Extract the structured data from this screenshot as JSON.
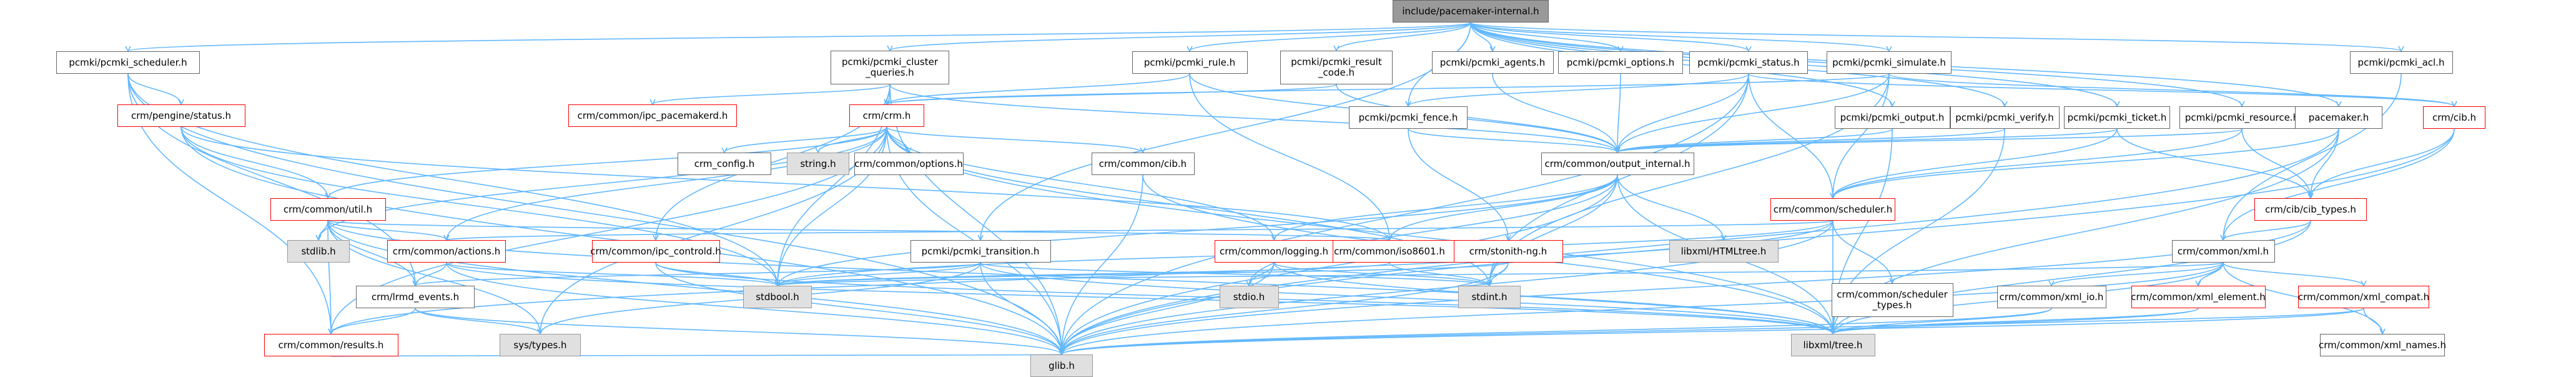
{
  "nodes": [
    {
      "id": "root",
      "label": "include/pacemaker-internal.h",
      "kind": "root"
    },
    {
      "id": "sched",
      "label": "pcmki/pcmki_scheduler.h",
      "kind": "normal"
    },
    {
      "id": "clusterq",
      "label": "pcmki/pcmki_cluster\n_queries.h",
      "kind": "normal"
    },
    {
      "id": "rule",
      "label": "pcmki/pcmki_rule.h",
      "kind": "normal"
    },
    {
      "id": "result",
      "label": "pcmki/pcmki_result\n_code.h",
      "kind": "normal"
    },
    {
      "id": "agents",
      "label": "pcmki/pcmki_agents.h",
      "kind": "normal"
    },
    {
      "id": "options",
      "label": "pcmki/pcmki_options.h",
      "kind": "normal"
    },
    {
      "id": "status",
      "label": "pcmki/pcmki_status.h",
      "kind": "normal"
    },
    {
      "id": "simulate",
      "label": "pcmki/pcmki_simulate.h",
      "kind": "normal"
    },
    {
      "id": "acl",
      "label": "pcmki/pcmki_acl.h",
      "kind": "normal"
    },
    {
      "id": "pengine",
      "label": "crm/pengine/status.h",
      "kind": "partial"
    },
    {
      "id": "ipcpace",
      "label": "crm/common/ipc_pacemakerd.h",
      "kind": "partial"
    },
    {
      "id": "crm",
      "label": "crm/crm.h",
      "kind": "partial"
    },
    {
      "id": "fence",
      "label": "pcmki/pcmki_fence.h",
      "kind": "normal"
    },
    {
      "id": "output",
      "label": "pcmki/pcmki_output.h",
      "kind": "normal"
    },
    {
      "id": "verify",
      "label": "pcmki/pcmki_verify.h",
      "kind": "normal"
    },
    {
      "id": "ticket",
      "label": "pcmki/pcmki_ticket.h",
      "kind": "normal"
    },
    {
      "id": "resource",
      "label": "pcmki/pcmki_resource.h",
      "kind": "normal"
    },
    {
      "id": "pacemaker",
      "label": "pacemaker.h",
      "kind": "normal"
    },
    {
      "id": "cib",
      "label": "crm/cib.h",
      "kind": "partial"
    },
    {
      "id": "util",
      "label": "crm/common/util.h",
      "kind": "partial"
    },
    {
      "id": "config",
      "label": "crm_config.h",
      "kind": "normal"
    },
    {
      "id": "string",
      "label": "string.h",
      "kind": "missing"
    },
    {
      "id": "copts",
      "label": "crm/common/options.h",
      "kind": "normal"
    },
    {
      "id": "ccib",
      "label": "crm/common/cib.h",
      "kind": "normal"
    },
    {
      "id": "outint",
      "label": "crm/common/output_internal.h",
      "kind": "normal"
    },
    {
      "id": "csched",
      "label": "crm/common/scheduler.h",
      "kind": "partial"
    },
    {
      "id": "cibtypes",
      "label": "crm/cib/cib_types.h",
      "kind": "partial"
    },
    {
      "id": "stdlib",
      "label": "stdlib.h",
      "kind": "missing"
    },
    {
      "id": "actions",
      "label": "crm/common/actions.h",
      "kind": "partial"
    },
    {
      "id": "ipcctl",
      "label": "crm/common/ipc_controld.h",
      "kind": "partial"
    },
    {
      "id": "transition",
      "label": "pcmki/pcmki_transition.h",
      "kind": "normal"
    },
    {
      "id": "iso",
      "label": "crm/common/iso8601.h",
      "kind": "partial"
    },
    {
      "id": "logging",
      "label": "crm/common/logging.h",
      "kind": "partial"
    },
    {
      "id": "htmltree",
      "label": "libxml/HTMLtree.h",
      "kind": "missing"
    },
    {
      "id": "stonith",
      "label": "crm/stonith-ng.h",
      "kind": "partial"
    },
    {
      "id": "xml",
      "label": "crm/common/xml.h",
      "kind": "normal"
    },
    {
      "id": "lrmd",
      "label": "crm/lrmd_events.h",
      "kind": "normal"
    },
    {
      "id": "stdbool",
      "label": "stdbool.h",
      "kind": "missing"
    },
    {
      "id": "stdio",
      "label": "stdio.h",
      "kind": "missing"
    },
    {
      "id": "stdint",
      "label": "stdint.h",
      "kind": "missing"
    },
    {
      "id": "schedtypes",
      "label": "crm/common/scheduler\n_types.h",
      "kind": "normal"
    },
    {
      "id": "xmlio",
      "label": "crm/common/xml_io.h",
      "kind": "normal"
    },
    {
      "id": "xmlel",
      "label": "crm/common/xml_element.h",
      "kind": "partial"
    },
    {
      "id": "xmlcompat",
      "label": "crm/common/xml_compat.h",
      "kind": "partial"
    },
    {
      "id": "results",
      "label": "crm/common/results.h",
      "kind": "partial"
    },
    {
      "id": "systypes",
      "label": "sys/types.h",
      "kind": "missing"
    },
    {
      "id": "tree",
      "label": "libxml/tree.h",
      "kind": "missing"
    },
    {
      "id": "xmlnames",
      "label": "crm/common/xml_names.h",
      "kind": "normal"
    },
    {
      "id": "glib",
      "label": "glib.h",
      "kind": "missing"
    }
  ],
  "edges": [
    [
      "root",
      "sched"
    ],
    [
      "root",
      "clusterq"
    ],
    [
      "root",
      "rule"
    ],
    [
      "root",
      "result"
    ],
    [
      "root",
      "agents"
    ],
    [
      "root",
      "options"
    ],
    [
      "root",
      "status"
    ],
    [
      "root",
      "simulate"
    ],
    [
      "root",
      "acl"
    ],
    [
      "root",
      "fence"
    ],
    [
      "root",
      "output"
    ],
    [
      "root",
      "verify"
    ],
    [
      "root",
      "ticket"
    ],
    [
      "root",
      "resource"
    ],
    [
      "root",
      "transition"
    ],
    [
      "root",
      "pacemaker"
    ],
    [
      "sched",
      "pengine"
    ],
    [
      "sched",
      "lrmd"
    ],
    [
      "sched",
      "glib"
    ],
    [
      "sched",
      "stdbool"
    ],
    [
      "sched",
      "results"
    ],
    [
      "clusterq",
      "ipcpace"
    ],
    [
      "clusterq",
      "crm"
    ],
    [
      "clusterq",
      "outint"
    ],
    [
      "clusterq",
      "stdbool"
    ],
    [
      "clusterq",
      "ipcctl"
    ],
    [
      "clusterq",
      "glib"
    ],
    [
      "rule",
      "crm"
    ],
    [
      "rule",
      "outint"
    ],
    [
      "rule",
      "iso"
    ],
    [
      "result",
      "crm"
    ],
    [
      "result",
      "outint"
    ],
    [
      "agents",
      "outint"
    ],
    [
      "options",
      "outint"
    ],
    [
      "status",
      "outint"
    ],
    [
      "status",
      "csched"
    ],
    [
      "status",
      "stdint"
    ],
    [
      "status",
      "glib"
    ],
    [
      "status",
      "fence"
    ],
    [
      "status",
      "cib"
    ],
    [
      "simulate",
      "outint"
    ],
    [
      "simulate",
      "csched"
    ],
    [
      "simulate",
      "stdint"
    ],
    [
      "simulate",
      "cib"
    ],
    [
      "simulate",
      "crm"
    ],
    [
      "acl",
      "xml"
    ],
    [
      "fence",
      "outint"
    ],
    [
      "fence",
      "stonith"
    ],
    [
      "output",
      "outint"
    ],
    [
      "output",
      "tree"
    ],
    [
      "verify",
      "outint"
    ],
    [
      "verify",
      "tree"
    ],
    [
      "ticket",
      "outint"
    ],
    [
      "ticket",
      "cibtypes"
    ],
    [
      "ticket",
      "csched"
    ],
    [
      "resource",
      "outint"
    ],
    [
      "resource",
      "csched"
    ],
    [
      "resource",
      "cibtypes"
    ],
    [
      "pacemaker",
      "glib"
    ],
    [
      "pacemaker",
      "tree"
    ],
    [
      "pacemaker",
      "cibtypes"
    ],
    [
      "pacemaker",
      "csched"
    ],
    [
      "cib",
      "cibtypes"
    ],
    [
      "cib",
      "glib"
    ],
    [
      "cib",
      "xml"
    ],
    [
      "pengine",
      "util"
    ],
    [
      "pengine",
      "glib"
    ],
    [
      "pengine",
      "stdbool"
    ],
    [
      "pengine",
      "iso"
    ],
    [
      "crm",
      "config"
    ],
    [
      "crm",
      "string"
    ],
    [
      "crm",
      "copts"
    ],
    [
      "crm",
      "ccib"
    ],
    [
      "crm",
      "util"
    ],
    [
      "crm",
      "stdint"
    ],
    [
      "crm",
      "stdlib"
    ],
    [
      "crm",
      "glib"
    ],
    [
      "crm",
      "stdbool"
    ],
    [
      "crm",
      "logging"
    ],
    [
      "crm",
      "results"
    ],
    [
      "crm",
      "actions"
    ],
    [
      "crm",
      "tree"
    ],
    [
      "crm",
      "systypes"
    ],
    [
      "util",
      "stdlib"
    ],
    [
      "util",
      "systypes"
    ],
    [
      "util",
      "glib"
    ],
    [
      "util",
      "actions"
    ],
    [
      "util",
      "results"
    ],
    [
      "util",
      "tree"
    ],
    [
      "util",
      "iso"
    ],
    [
      "util",
      "lrmd"
    ],
    [
      "ccib",
      "glib"
    ],
    [
      "ccib",
      "tree"
    ],
    [
      "outint",
      "htmltree"
    ],
    [
      "outint",
      "glib"
    ],
    [
      "outint",
      "stdio"
    ],
    [
      "outint",
      "stdbool"
    ],
    [
      "outint",
      "stdint"
    ],
    [
      "outint",
      "tree"
    ],
    [
      "outint",
      "iso"
    ],
    [
      "outint",
      "logging"
    ],
    [
      "csched",
      "schedtypes"
    ],
    [
      "csched",
      "glib"
    ],
    [
      "csched",
      "tree"
    ],
    [
      "csched",
      "stdbool"
    ],
    [
      "csched",
      "actions"
    ],
    [
      "csched",
      "results"
    ],
    [
      "cibtypes",
      "xml"
    ],
    [
      "cibtypes",
      "glib"
    ],
    [
      "cibtypes",
      "tree"
    ],
    [
      "actions",
      "stdbool"
    ],
    [
      "actions",
      "strings"
    ],
    [
      "actions",
      "glib"
    ],
    [
      "actions",
      "tree"
    ],
    [
      "actions",
      "lrmd"
    ],
    [
      "ipcctl",
      "stdbool"
    ],
    [
      "ipcctl",
      "glib"
    ],
    [
      "ipcctl",
      "tree"
    ],
    [
      "transition",
      "glib"
    ],
    [
      "transition",
      "tree"
    ],
    [
      "transition",
      "stdbool"
    ],
    [
      "transition",
      "stdint"
    ],
    [
      "transition",
      "systypes"
    ],
    [
      "transition",
      "lrmd"
    ],
    [
      "iso",
      "stdbool"
    ],
    [
      "iso",
      "stdint"
    ],
    [
      "logging",
      "stdio"
    ],
    [
      "logging",
      "glib"
    ],
    [
      "logging",
      "stdint"
    ],
    [
      "logging",
      "tree"
    ],
    [
      "stonith",
      "stdbool"
    ],
    [
      "stonith",
      "stdint"
    ],
    [
      "stonith",
      "glib"
    ],
    [
      "xml",
      "stdbool"
    ],
    [
      "xml",
      "glib"
    ],
    [
      "xml",
      "tree"
    ],
    [
      "xml",
      "xmlio"
    ],
    [
      "xml",
      "xmlel"
    ],
    [
      "xml",
      "xmlcompat"
    ],
    [
      "xml",
      "xmlnames"
    ],
    [
      "lrmd",
      "systypes"
    ],
    [
      "lrmd",
      "glib"
    ],
    [
      "lrmd",
      "results"
    ],
    [
      "xmlio",
      "tree"
    ],
    [
      "xmlio",
      "glib"
    ],
    [
      "xmlel",
      "tree"
    ],
    [
      "xmlel",
      "glib"
    ],
    [
      "xmlcompat",
      "tree"
    ],
    [
      "xmlcompat",
      "glib"
    ],
    [
      "xmlcompat",
      "xmlnames"
    ],
    [
      "results",
      "glib"
    ]
  ],
  "colors": {
    "edge": "#63b8ff",
    "root_fill": "#999999",
    "missing_fill": "#e0e0e0",
    "partial_border": "#ff0000",
    "normal_border": "#666666"
  }
}
